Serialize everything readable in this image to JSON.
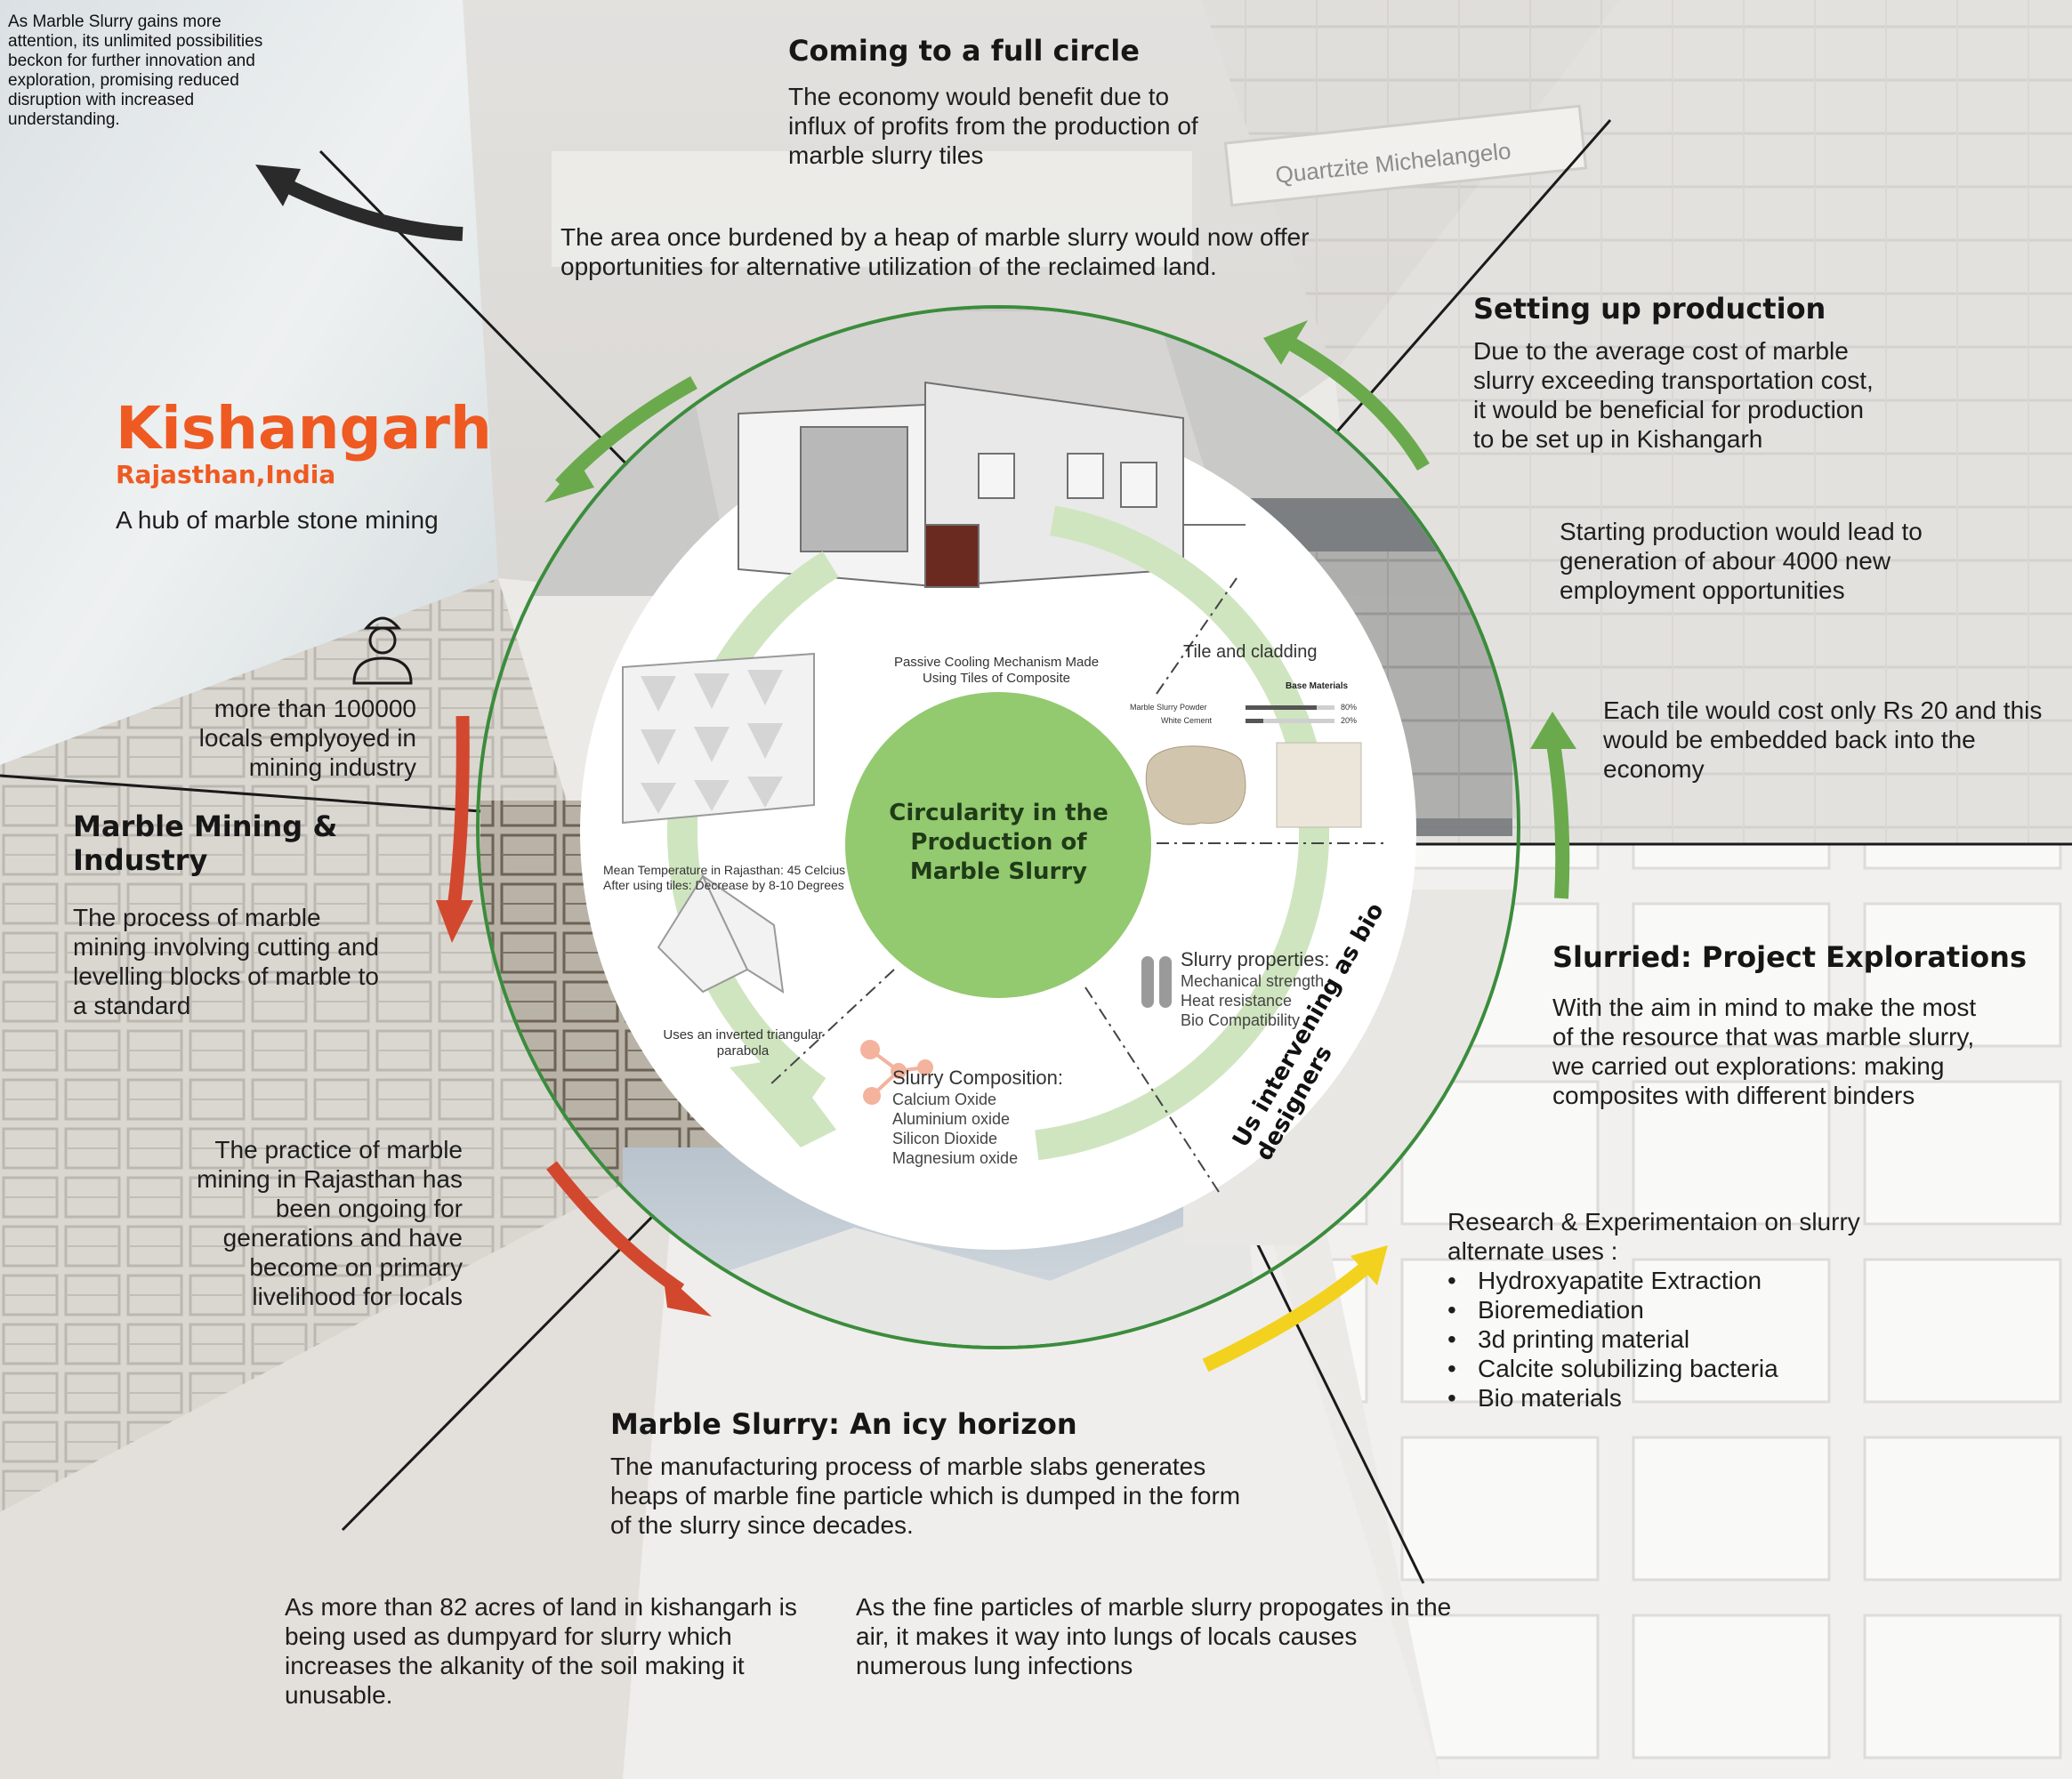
{
  "intro_note": "As Marble Slurry gains more attention, its unlimited possibilities beckon for further innovation and exploration, promising reduced disruption with increased understanding.",
  "full_circle": {
    "title": "Coming to a full circle",
    "text": "The economy would benefit due to influx of profits from the production of marble slurry tiles",
    "text2": "The area once burdened by a heap of marble slurry would now offer opportunities for alternative utilization of the reclaimed land."
  },
  "banner_text": "Quartzite Michelangelo",
  "location": {
    "city": "Kishangarh",
    "region": "Rajasthan,India",
    "tagline": "A hub of marble stone mining",
    "employment": "more than 100000 locals emplyoyed in mining industry"
  },
  "mining": {
    "title": "Marble Mining & Industry",
    "text": "The process of marble mining involving cutting and levelling blocks of marble to a standard",
    "text2": "The practice of marble mining in Rajasthan has been ongoing for generations and have become on primary livelihood for locals"
  },
  "slurry_horizon": {
    "title": "Marble Slurry: An icy horizon",
    "text": "The manufacturing process of marble slabs generates heaps of marble fine particle which is dumped in the form of the slurry since decades.",
    "land": "As more than 82 acres of land in kishangarh is being used as dumpyard for slurry which increases the alkanity of the soil making it unusable.",
    "lungs": "As the fine particles of marble slurry propogates in the air, it makes it way into lungs of locals causes numerous lung infections"
  },
  "production": {
    "title": "Setting up production",
    "text": "Due to the average cost of marble slurry exceeding transportation cost, it would be beneficial for production to be set up in Kishangarh",
    "employment": "Starting production would lead to generation of abour 4000 new employment opportunities",
    "cost": "Each tile would cost only Rs 20 and this would be embedded back into the economy"
  },
  "explorations": {
    "title": "Slurried: Project Explorations",
    "text": "With the aim in mind to make the most of the resource that was marble slurry, we carried out explorations: making composites with different binders",
    "curve_label": "Us intervening as bio designers",
    "research_title": "Research & Experimentaion on slurry alternate uses :",
    "uses": [
      "Hydroxyapatite Extraction",
      "Bioremediation",
      "3d printing material",
      "Calcite solubilizing bacteria",
      "Bio materials"
    ]
  },
  "center": {
    "title": "Circularity in the Production of Marble Slurry",
    "passive": "Passive Cooling Mechanism Made Using Tiles of Composite",
    "tile": "Tile and cladding",
    "base_title": "Base Materials",
    "base_rows": [
      {
        "name": "Marble Slurry Powder",
        "pct": "80%",
        "frac": 0.8
      },
      {
        "name": "White Cement",
        "pct": "20%",
        "frac": 0.2
      }
    ],
    "temperature": "Mean Temperature in Rajasthan: 45 Celcius After using tiles: Decrease by 8-10 Degrees",
    "parabola": "Uses an inverted triangular parabola",
    "properties_title": "Slurry properties:",
    "properties": [
      "Mechanical strength",
      "Heat resistance",
      "Bio Compatibility"
    ],
    "composition_title": "Slurry Composition:",
    "composition": [
      "Calcium Oxide",
      "Aluminium oxide",
      "Silicon Dioxide",
      "Magnesium oxide"
    ]
  },
  "colors": {
    "accent_orange": "#ee5a22",
    "green": "#6aaa4d",
    "light_green": "#9fcd7f",
    "red_arrow": "#d2482f",
    "yellow_arrow": "#f2d21f",
    "dark_arrow": "#2a2a2a"
  }
}
